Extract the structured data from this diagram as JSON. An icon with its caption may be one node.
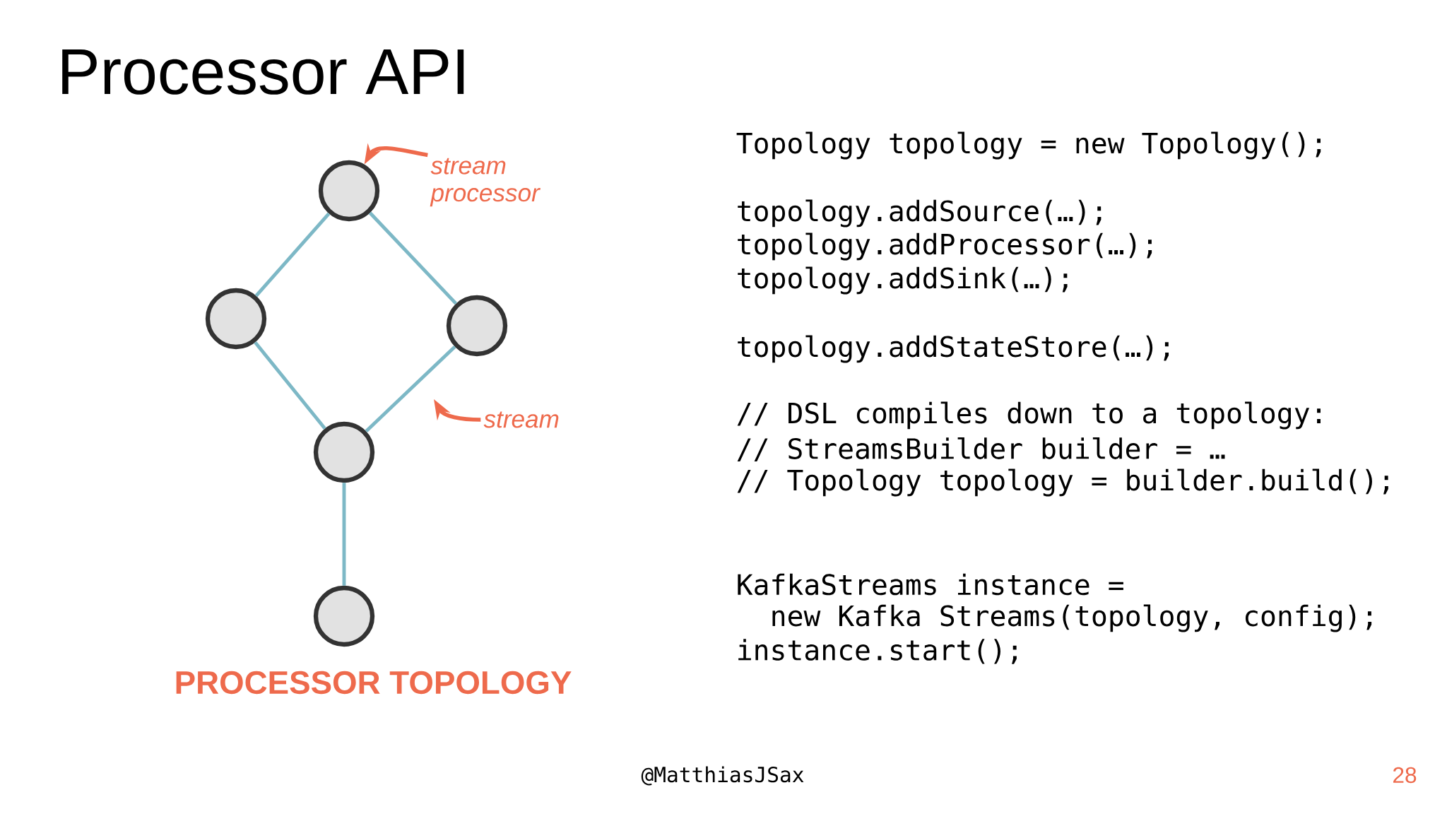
{
  "diagram": {
    "title": "Processor API",
    "nodes": [
      {
        "text": [],
        "shape": "circle"
      },
      {
        "text": [],
        "shape": "circle"
      },
      {
        "text": [],
        "shape": "circle"
      },
      {
        "text": [],
        "shape": "circle"
      },
      {
        "text": [],
        "shape": "circle"
      },
      {
        "text": [
          "stream processor"
        ]
      },
      {
        "text": [
          "stream"
        ]
      }
    ],
    "edges": [
      {
        "from": 0,
        "to": 1,
        "arrow": "none"
      },
      {
        "from": 0,
        "to": 2,
        "arrow": "none"
      },
      {
        "from": 1,
        "to": 3,
        "arrow": "none"
      },
      {
        "from": 2,
        "to": 3,
        "arrow": "none"
      },
      {
        "from": 3,
        "to": 4,
        "arrow": "none"
      },
      {
        "from": 5,
        "to": 0,
        "arrow": "to",
        "color": "#ee6a4c"
      },
      {
        "from": 6,
        "to": null,
        "arrow": "to",
        "color": "#ee6a4c"
      }
    ],
    "labels": [
      "PROCESSOR TOPOLOGY",
      "Topology topology = new Topology();",
      "topology.addSource(…);",
      "topology.addProcessor(…);",
      "topology.addSink(…);",
      "topology.addStateStore(…);",
      "// DSL compiles down to a topology:",
      "// StreamsBuilder builder = …",
      "// Topology topology = builder.build();",
      "KafkaStreams instance =",
      "new Kafka Streams(topology, config);",
      "instance.start();",
      "@MatthiasJSax",
      "28"
    ]
  }
}
